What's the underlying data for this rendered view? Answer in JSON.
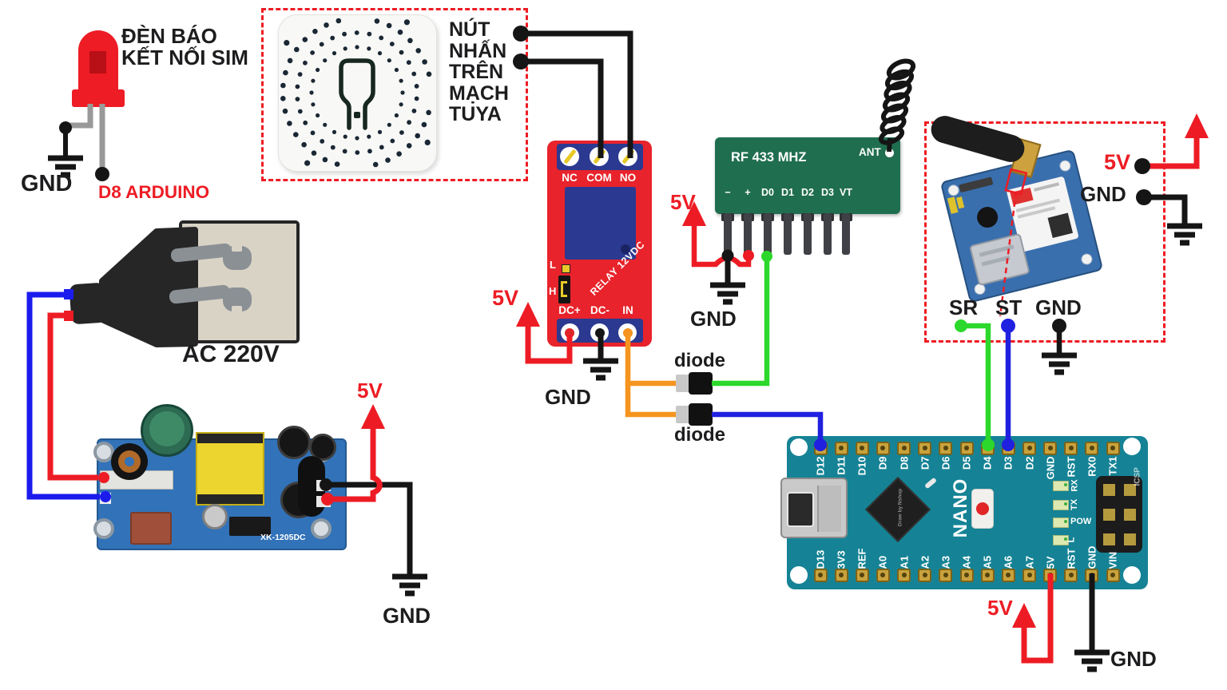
{
  "colors": {
    "wire_red": "#ed1c24",
    "wire_black": "#151515",
    "wire_blue": "#2222dd",
    "wire_green": "#2bd82b",
    "wire_orange": "#f5941f",
    "wire_gray": "#9b9b9b",
    "relay_board": "#e8232b",
    "relay_terminal_blue": "#2b3990",
    "rf_board_green": "#206e50",
    "nano_board_teal": "#158395",
    "psu_board_blue": "#3272b8",
    "dashed_box_red": "#ee1c24"
  },
  "led_indicator": {
    "title_line1": "ĐÈN BÁO",
    "title_line2": "KẾT NỐI SIM",
    "gnd_label": "GND",
    "pin_label": "D8  ARDUINO"
  },
  "tuya_switch": {
    "note_lines": [
      "NÚT",
      "NHẤN",
      "TRÊN",
      "MẠCH",
      "TUYA"
    ]
  },
  "relay_module": {
    "top_pins": [
      "NC",
      "COM",
      "NO"
    ],
    "board_text": "RELAY 12VDC",
    "jumper_low": "L",
    "jumper_high": "H",
    "bottom_pins": [
      "DC+",
      "DC-",
      "IN"
    ],
    "supply_label": "5V",
    "gnd_label": "GND"
  },
  "rf433_module": {
    "title": "RF 433 MHZ",
    "ant_label": "ANT",
    "pins": [
      "−",
      "+",
      "D0",
      "D1",
      "D2",
      "D3",
      "VT"
    ],
    "supply_label": "5V",
    "gnd_label": "GND"
  },
  "diodes": {
    "top_label": "diode",
    "bottom_label": "diode"
  },
  "sim_module": {
    "supply_label": "5V",
    "gnd_label": "GND",
    "breakout_pins": [
      "SR",
      "ST",
      "GND"
    ]
  },
  "nano": {
    "board_name": "NANO",
    "chip_text": "Draw by Nshop",
    "top_pins": [
      "D12",
      "D11",
      "D10",
      "D9",
      "D8",
      "D7",
      "D6",
      "D5",
      "D4",
      "D3",
      "D2",
      "GND",
      "RST",
      "RX0",
      "TX1"
    ],
    "bottom_pins": [
      "D13",
      "3V3",
      "REF",
      "A0",
      "A1",
      "A2",
      "A3",
      "A4",
      "A5",
      "A6",
      "A7",
      "5V",
      "RST",
      "GND",
      "VIN"
    ],
    "led_labels": [
      "RX",
      "TX",
      "POW",
      "L"
    ],
    "icsp_label": "ICSP",
    "supply_label": "5V",
    "gnd_label": "GND"
  },
  "power_supply": {
    "model": "XK-1205DC",
    "supply_label": "5V",
    "gnd_label": "GND"
  },
  "ac_source": {
    "label": "AC 220V"
  }
}
